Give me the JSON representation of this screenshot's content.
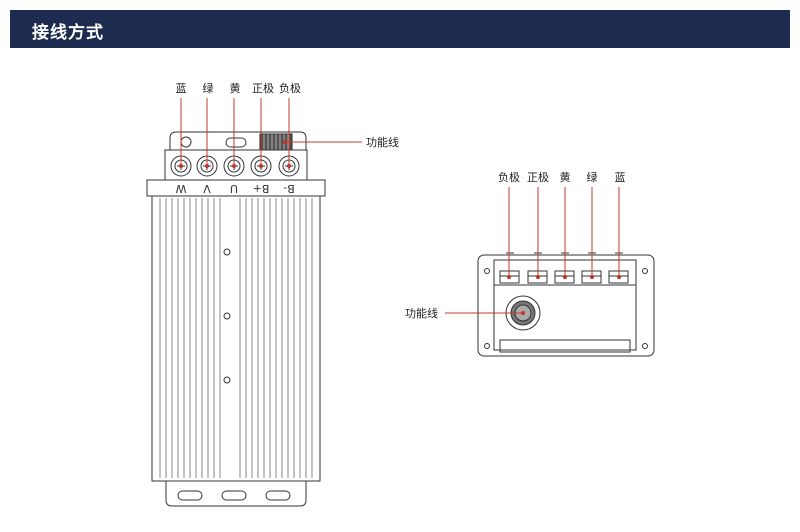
{
  "header": {
    "title": "接线方式"
  },
  "left_diagram": {
    "wire_labels": [
      "蓝",
      "绿",
      "黄",
      "正极",
      "负极"
    ],
    "terminal_labels": [
      "W",
      "V",
      "U",
      "B+",
      "B-"
    ],
    "function_line_label": "功能线"
  },
  "right_diagram": {
    "wire_labels": [
      "负极",
      "正极",
      "黄",
      "绿",
      "蓝"
    ],
    "function_line_label": "功能线"
  },
  "colors": {
    "header_bg": "#1d2b4f",
    "pointer": "#c0392b",
    "outline": "#333333"
  }
}
